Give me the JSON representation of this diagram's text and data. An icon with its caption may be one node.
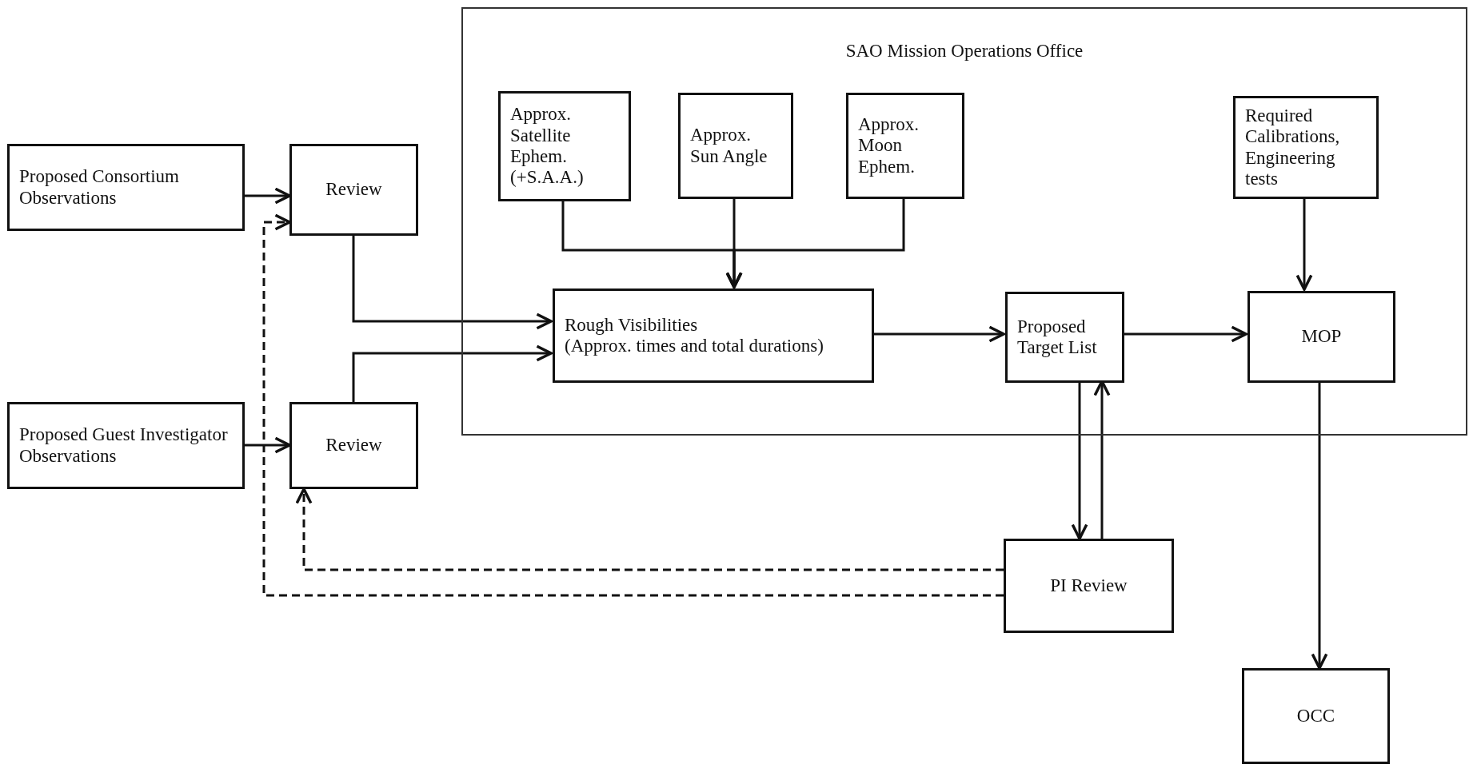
{
  "diagram": {
    "nodes": [
      {
        "text": [
          "SAO Mission Operations Office"
        ]
      },
      {
        "text": [
          "Approx. Satellite Ephem. (+S.A.A.)"
        ],
        "in": 0
      },
      {
        "text": [
          "Approx. Sun Angle"
        ],
        "in": 0
      },
      {
        "text": [
          "Approx. Moon Ephem."
        ],
        "in": 0
      },
      {
        "text": [
          "Required Calibrations, Engineering tests"
        ],
        "in": 0
      },
      {
        "text": [
          "Proposed Consortium Observations"
        ]
      },
      {
        "text": [
          "Review"
        ]
      },
      {
        "text": [
          "Rough Visibilities",
          "(Approx. times and total durations)"
        ],
        "in": 0
      },
      {
        "text": [
          "Proposed Target List"
        ],
        "in": 0
      },
      {
        "text": [
          "MOP"
        ],
        "in": 0
      },
      {
        "text": [
          "Proposed Guest Investigator Observations"
        ]
      },
      {
        "text": [
          "Review"
        ]
      },
      {
        "text": [
          "PI Review"
        ]
      },
      {
        "text": [
          "OCC"
        ]
      }
    ],
    "edges": [
      {
        "from": 5,
        "to": 6,
        "arrow": "to"
      },
      {
        "from": 6,
        "to": 7,
        "arrow": "to"
      },
      {
        "from": 10,
        "to": 11,
        "arrow": "to"
      },
      {
        "from": 11,
        "to": 7,
        "arrow": "to"
      },
      {
        "from": 1,
        "to": 7,
        "arrow": "to"
      },
      {
        "from": 2,
        "to": 7,
        "arrow": "to"
      },
      {
        "from": 3,
        "to": 7,
        "arrow": "to"
      },
      {
        "from": 7,
        "to": 8,
        "arrow": "to"
      },
      {
        "from": 8,
        "to": 9,
        "arrow": "to"
      },
      {
        "from": 4,
        "to": 9,
        "arrow": "to"
      },
      {
        "from": 8,
        "to": 12,
        "arrow": "to"
      },
      {
        "from": 12,
        "to": 8,
        "arrow": "to"
      },
      {
        "from": 9,
        "to": 13,
        "arrow": "to"
      },
      {
        "from": 12,
        "to": 11,
        "arrow": "to",
        "style": "dashed"
      },
      {
        "from": 12,
        "to": 6,
        "arrow": "to",
        "style": "dashed"
      }
    ]
  }
}
